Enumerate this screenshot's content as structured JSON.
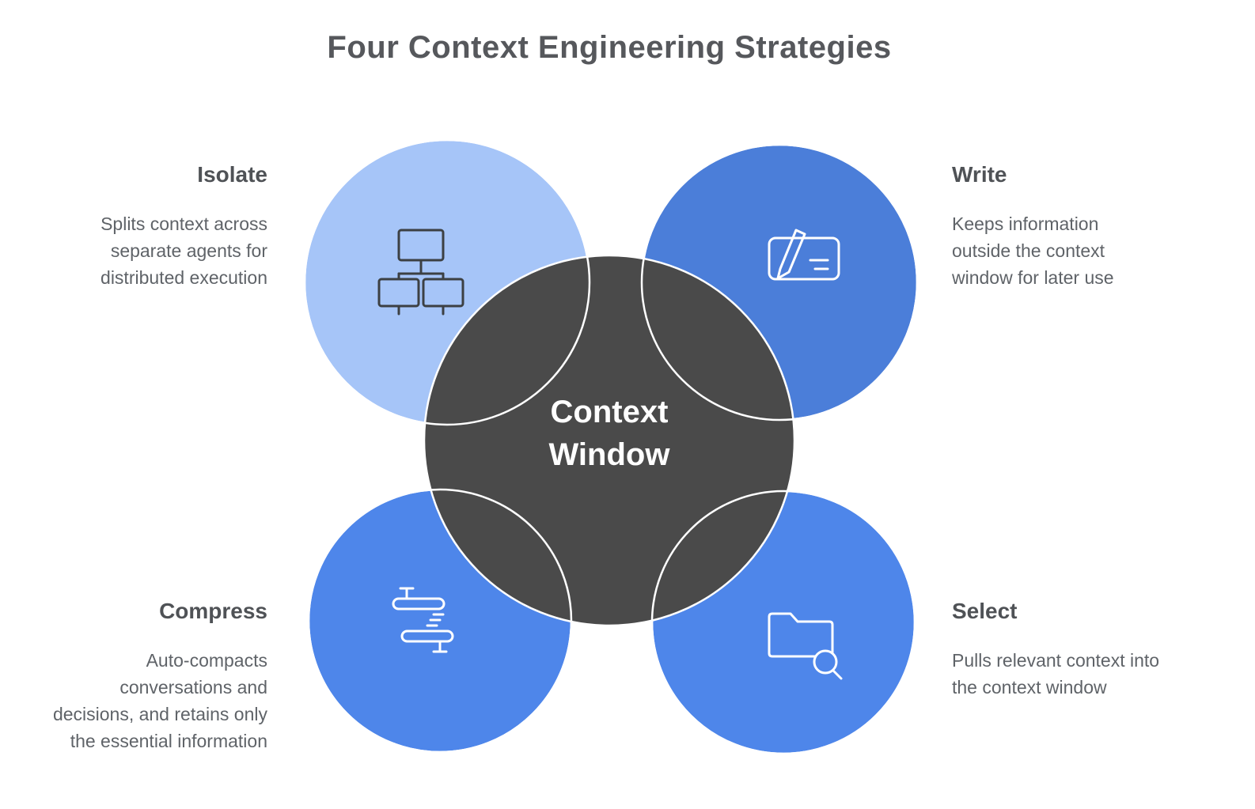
{
  "title": "Four Context Engineering Strategies",
  "colors": {
    "background": "#ffffff",
    "title_text": "#56585c",
    "heading_text": "#4f5256",
    "body_text": "#5f6368",
    "center_circle": "#4a4a4a",
    "center_text": "#ffffff",
    "circle_stroke": "#ffffff",
    "isolate_circle": "#a6c5f8",
    "write_circle": "#4b7ed9",
    "compress_circle": "#4e86ea",
    "select_circle": "#4e86ea",
    "isolate_icon_stroke": "#3c4043",
    "light_icon_stroke": "#ffffff"
  },
  "center": {
    "label_line1": "Context",
    "label_line2": "Window"
  },
  "strategies": {
    "isolate": {
      "heading": "Isolate",
      "description": "Splits context across separate agents for distributed execution",
      "icon": "hierarchy-icon"
    },
    "write": {
      "heading": "Write",
      "description": "Keeps information outside the context window for later use",
      "icon": "pen-document-icon"
    },
    "compress": {
      "heading": "Compress",
      "description": "Auto-compacts conversations and decisions, and retains only the essential information",
      "icon": "compress-icon"
    },
    "select": {
      "heading": "Select",
      "description": "Pulls relevant context into the context window",
      "icon": "folder-search-icon"
    }
  }
}
